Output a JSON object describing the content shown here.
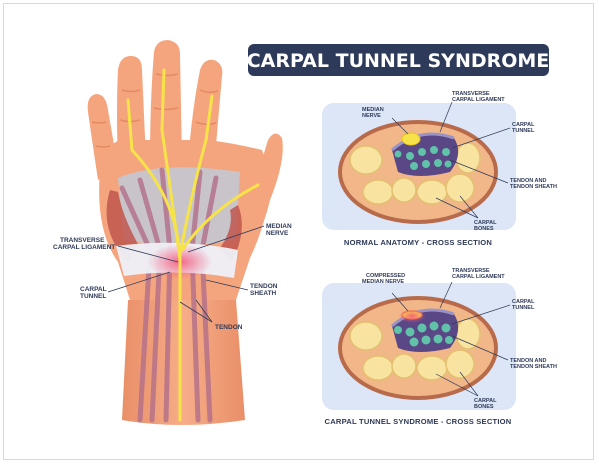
{
  "title": "CARPAL TUNNEL SYNDROME",
  "colors": {
    "title_bg": "#2e3a59",
    "skin": "#f4a57e",
    "skin_dark": "#e89068",
    "nerve": "#f6e34a",
    "tendon": "#b26f8a",
    "panel_bg": "#dce6f7",
    "bone": "#f8e3a1",
    "ligament": "#cfd3e6",
    "inflammation": "#f3587d"
  },
  "hand_labels": {
    "transverse_ligament": [
      "TRANSVERSE",
      "CARPAL LIGAMENT"
    ],
    "median_nerve": [
      "MEDIAN",
      "NERVE"
    ],
    "carpal_tunnel": [
      "CARPAL",
      "TUNNEL"
    ],
    "tendon_sheath": [
      "TENDON",
      "SHEATH"
    ],
    "tendon": "TENDON"
  },
  "panels": [
    {
      "caption": "NORMAL ANATOMY - CROSS SECTION",
      "nerve_label": [
        "MEDIAN",
        "NERVE"
      ],
      "ligament_label": [
        "TRANSVERSE",
        "CARPAL LIGAMENT"
      ],
      "tunnel_label": [
        "CARPAL",
        "TUNNEL"
      ],
      "tendon_label": [
        "TENDON AND",
        "TENDON SHEATH"
      ],
      "bones_label": [
        "CARPAL",
        "BONES"
      ]
    },
    {
      "caption": "CARPAL TUNNEL SYNDROME - CROSS SECTION",
      "nerve_label": [
        "COMPRESSED",
        "MEDIAN NERVE"
      ],
      "ligament_label": [
        "TRANSVERSE",
        "CARPAL LIGAMENT"
      ],
      "tunnel_label": [
        "CARPAL",
        "TUNNEL"
      ],
      "tendon_label": [
        "TENDON AND",
        "TENDON SHEATH"
      ],
      "bones_label": [
        "CARPAL",
        "BONES"
      ]
    }
  ]
}
